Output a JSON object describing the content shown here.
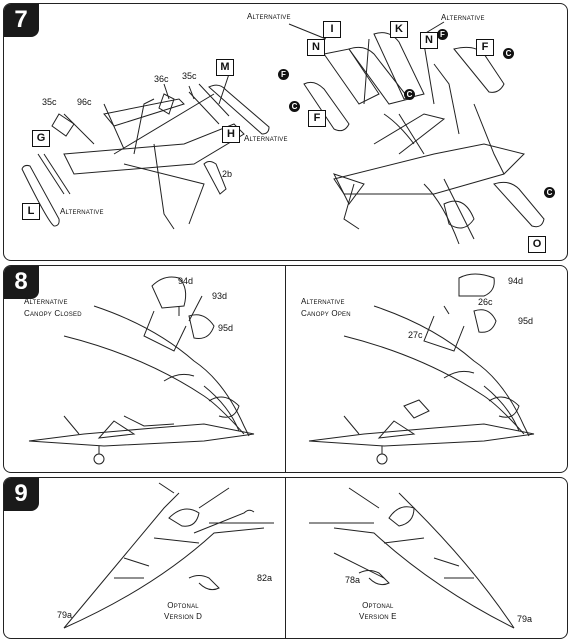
{
  "steps": {
    "s7": {
      "number": "7",
      "labels": {
        "alt_top_left": "Alternative",
        "alt_top_right": "Alternative",
        "alt_h": "Alternative",
        "alt_l": "Alternative",
        "p35c_a": "35c",
        "p96c": "96c",
        "p36c": "36c",
        "p35c_b": "35c",
        "p2b": "2b"
      },
      "boxes": {
        "I": "I",
        "K": "K",
        "N1": "N",
        "N2": "N",
        "M": "M",
        "F1": "F",
        "F2": "F",
        "G": "G",
        "H": "H",
        "L": "L",
        "O": "O"
      },
      "markers": {
        "C": "C",
        "F": "F"
      }
    },
    "s8": {
      "number": "8",
      "left": {
        "title_line1": "Alternative",
        "title_line2": "Canopy Closed",
        "p94d": "94d",
        "p93d": "93d",
        "p95d": "95d"
      },
      "right": {
        "title_line1": "Alternative",
        "title_line2": "Canopy Open",
        "p94d": "94d",
        "p26c": "26c",
        "p27c": "27c",
        "p95d": "95d"
      }
    },
    "s9": {
      "number": "9",
      "left": {
        "p82a": "82a",
        "p79a": "79a",
        "note_line1": "Optonal",
        "note_line2": "Version D"
      },
      "right": {
        "p78a": "78a",
        "p79a": "79a",
        "note_line1": "Optonal",
        "note_line2": "Version E"
      }
    }
  }
}
